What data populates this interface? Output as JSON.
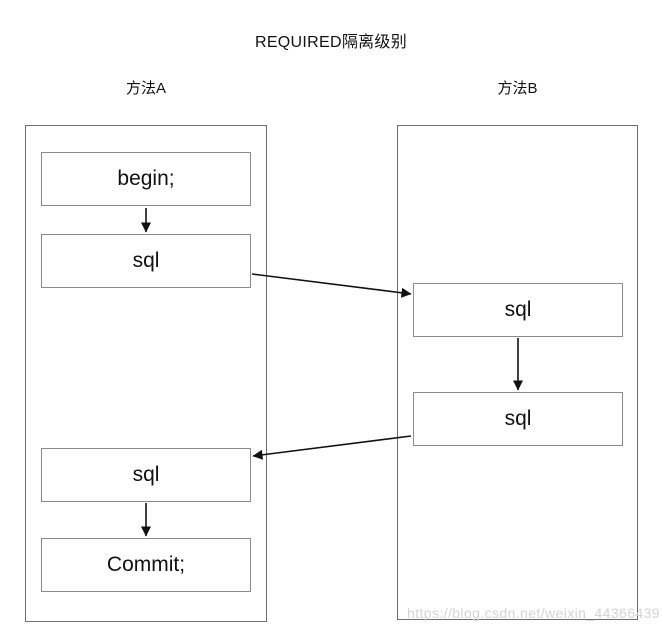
{
  "title": "REQUIRED隔离级别",
  "method_a": {
    "label": "方法A",
    "steps": [
      "begin;",
      "sql",
      "sql",
      "Commit;"
    ]
  },
  "method_b": {
    "label": "方法B",
    "steps": [
      "sql",
      "sql"
    ]
  },
  "edges": [
    {
      "from": "method_a.begin",
      "to": "method_a.sql_1",
      "direction": "down"
    },
    {
      "from": "method_a.sql_1",
      "to": "method_b.sql_1",
      "direction": "right"
    },
    {
      "from": "method_b.sql_1",
      "to": "method_b.sql_2",
      "direction": "down"
    },
    {
      "from": "method_b.sql_2",
      "to": "method_a.sql_2",
      "direction": "left"
    },
    {
      "from": "method_a.sql_2",
      "to": "method_a.commit",
      "direction": "down"
    }
  ],
  "watermark": "https://blog.csdn.net/weixin_44366439",
  "colors": {
    "background": "#ffffff",
    "text": "#111111",
    "box_border": "#8c8c8c",
    "container_border": "#6e6e6e",
    "arrow": "#111111",
    "watermark_text": "#d4d4d4"
  }
}
